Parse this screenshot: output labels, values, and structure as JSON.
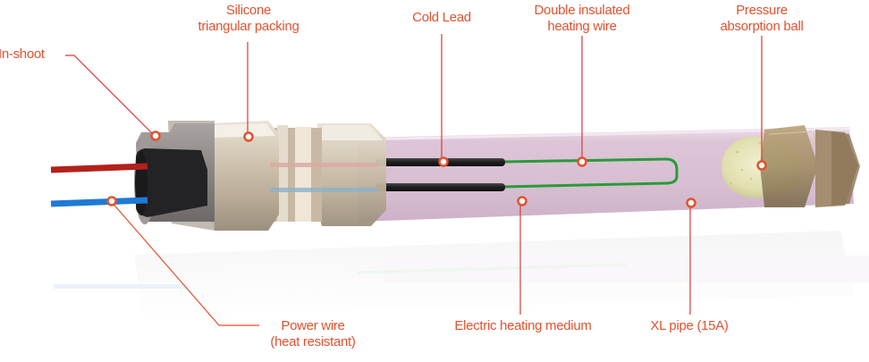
{
  "diagram": {
    "title": "Heater assembly component diagram",
    "accent_color": "#e2522f",
    "leader_color": "#d93a3a",
    "labels": {
      "in_shoot": [
        "In-shoot"
      ],
      "silicone_packing": [
        "Silicone",
        "triangular packing"
      ],
      "cold_lead": [
        "Cold Lead"
      ],
      "double_insulated_wire": [
        "Double insulated",
        "heating wire"
      ],
      "pressure_ball": [
        "Pressure",
        "absorption ball"
      ],
      "power_wire": [
        "Power wire",
        "(heat resistant)"
      ],
      "heating_medium": [
        "Electric heating medium"
      ],
      "xl_pipe": [
        "XL pipe (15A)"
      ]
    },
    "colors": {
      "red_wire": "#b3211c",
      "blue_wire": "#1f7ad6",
      "heating_wire": "#2a9a3a",
      "cold_lead": "#1c1c1e",
      "pipe": "#dcc3d6",
      "metal": "#cbbfae",
      "ball": "#e6e6b8"
    }
  }
}
